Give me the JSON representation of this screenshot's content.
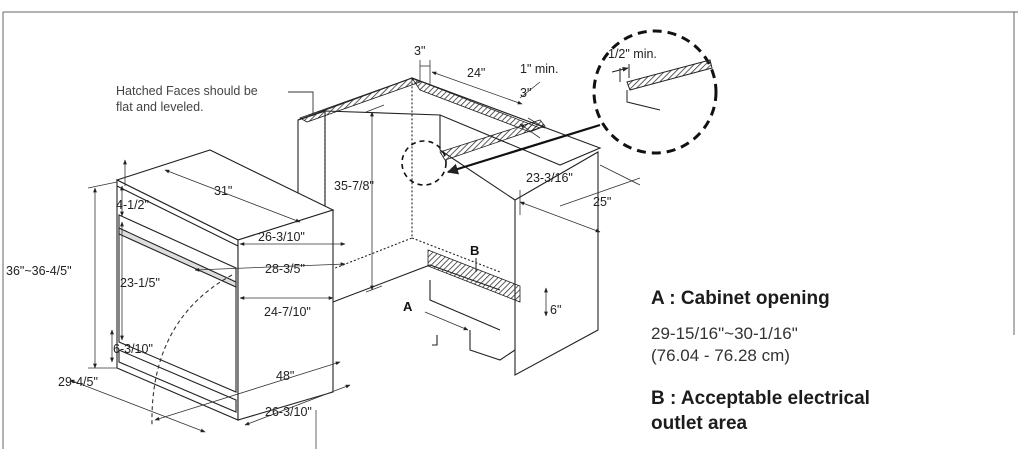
{
  "note": {
    "line1": "Hatched Faces should be",
    "line2": "flat and leveled."
  },
  "dimensions": {
    "cab_left_3": "3\"",
    "cab_depth_24": "24\"",
    "cab_min_1": "1\" min.",
    "cab_right_3": "3\"",
    "detail_half_min": "1/2\" min.",
    "opening_height": "35-7/8\"",
    "opening_depth": "23-3/16\"",
    "cab_depth_25": "25\"",
    "outlet_height": "6\"",
    "range_width": "31\"",
    "top_height": "4-1/2\"",
    "side_26_a": "26-3/10\"",
    "door_28": "28-3/5\"",
    "door_height": "23-1/5\"",
    "total_height": "36\"~36-4/5\"",
    "side_24": "24-7/10\"",
    "drawer_height": "6-3/10\"",
    "total_depth": "48\"",
    "base_width": "29-4/5\"",
    "side_26_b": "26-3/10\""
  },
  "labels": {
    "a": "A",
    "b": "B"
  },
  "legend": {
    "a_title": "A : Cabinet opening",
    "a_range": "29-15/16\"~30-1/16\"",
    "a_metric": "(76.04 - 76.28 cm)",
    "b_title_line1": "B : Acceptable electrical",
    "b_title_line2": "outlet area"
  }
}
